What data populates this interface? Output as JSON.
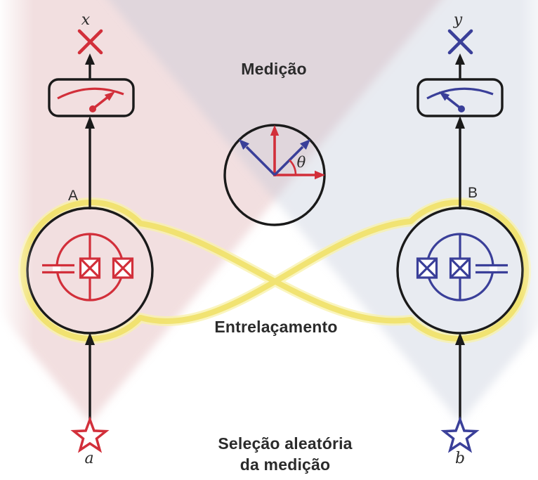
{
  "labels": {
    "measurement": "Medição",
    "entanglement": "Entrelaçamento",
    "random_selection_line1": "Seleção aleatória",
    "random_selection_line2": "da medição",
    "outcome_left": "x",
    "outcome_right": "y",
    "qubit_left": "A",
    "qubit_right": "B",
    "setting_left": "a",
    "setting_right": "b",
    "angle": "θ"
  },
  "colors": {
    "red": "#d22f3a",
    "blue": "#3a3f99",
    "yellow": "#f0e26e",
    "yellow_glow": "#f8f1a8",
    "line": "#1a1a1a",
    "text": "#2b2b2b",
    "cone_pink": "rgba(212,148,152,0.30)",
    "cone_blue": "rgba(188,195,215,0.34)"
  }
}
